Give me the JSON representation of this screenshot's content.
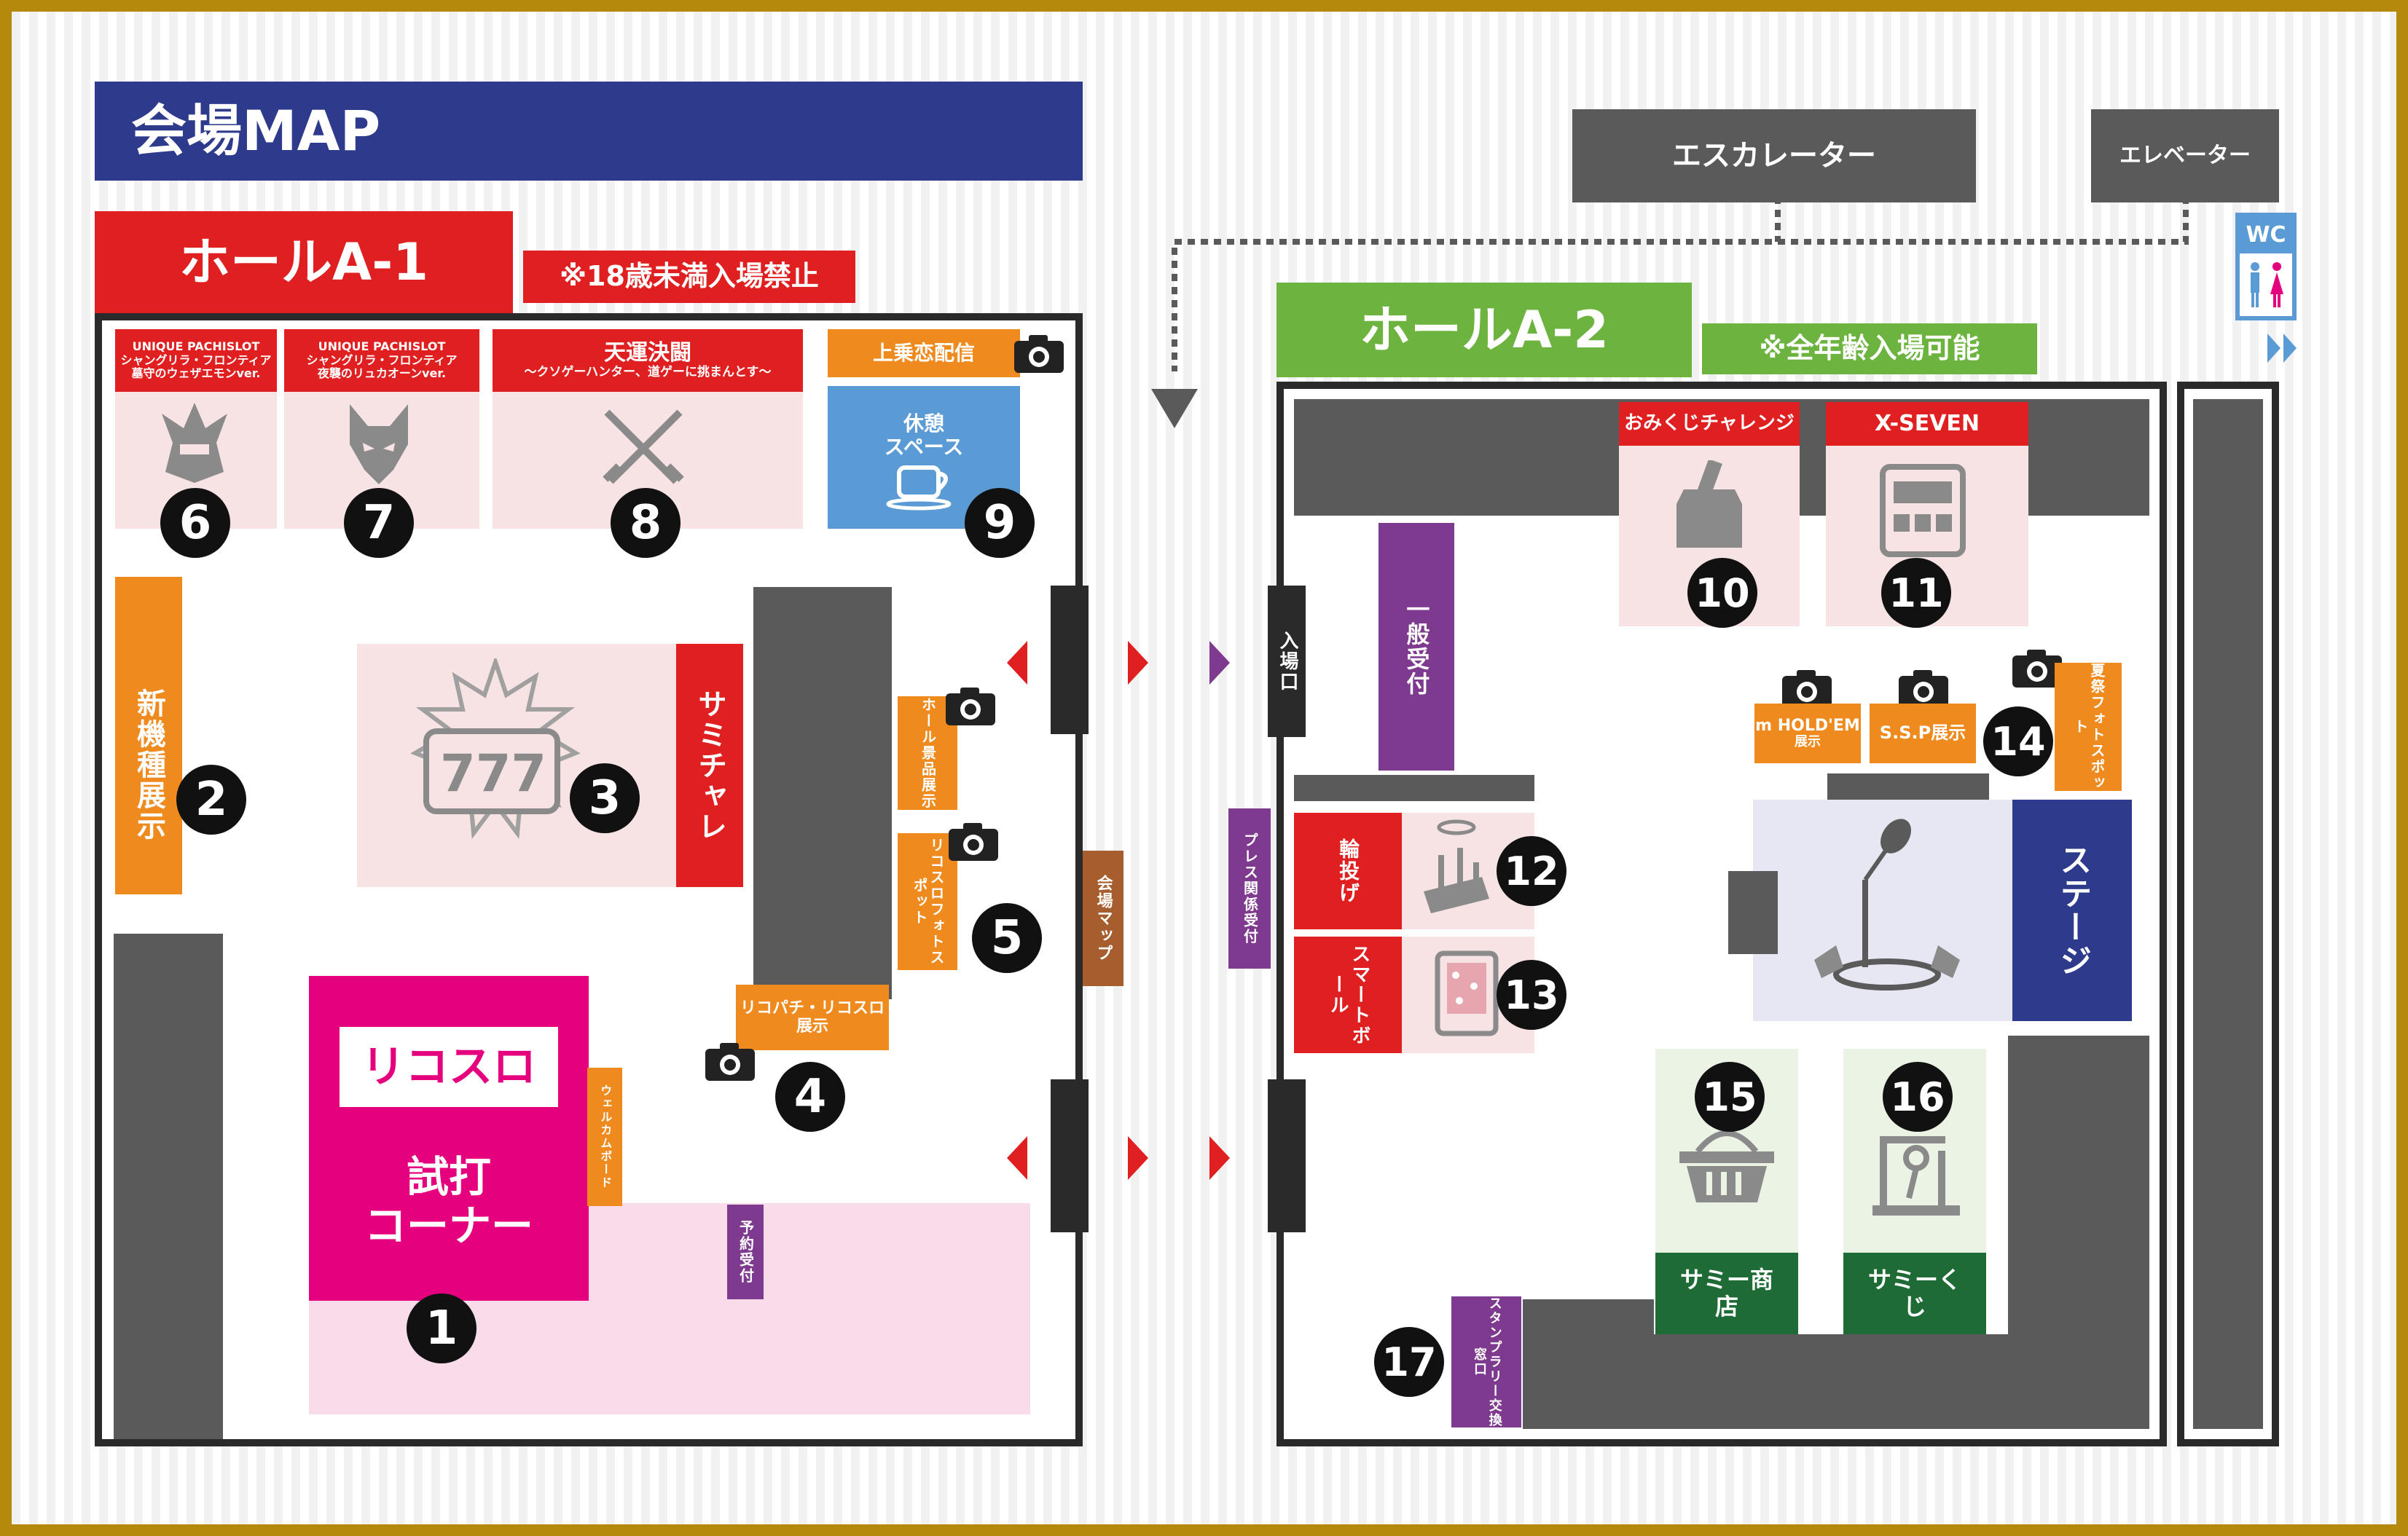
{
  "title": "会場MAP",
  "hall_a1": {
    "name": "ホールA-1",
    "notice": "※18歳未満入場禁止"
  },
  "hall_a2": {
    "name": "ホールA-2",
    "notice": "※全年齢入場可能"
  },
  "facilities": {
    "escalator": "エスカレーター",
    "elevator": "エレベーター",
    "wc": "WC",
    "entrance": "入場口"
  },
  "booths": {
    "b6": {
      "line1": "UNIQUE PACHISLOT",
      "line2": "シャングリラ・フロンティア",
      "line3": "墓守のウェザエモンver.",
      "num": "6"
    },
    "b7": {
      "line1": "UNIQUE PACHISLOT",
      "line2": "シャングリラ・フロンティア",
      "line3": "夜襲のリュカオーンver.",
      "num": "7"
    },
    "b8": {
      "line1": "天運決闘",
      "line2": "～クソゲーハンター、道ゲーに挑まんとす～",
      "num": "8"
    },
    "b9": {
      "header": "上乗恋配信",
      "line1": "休憩",
      "line2": "スペース",
      "num": "9"
    },
    "b2": {
      "label": "新機種展示",
      "num": "2"
    },
    "b3": {
      "label": "サミチャレ",
      "num": "3"
    },
    "b1": {
      "logo": "リコスロ",
      "line1": "試打",
      "line2": "コーナー",
      "num": "1"
    },
    "b4": {
      "line1": "リコパチ・リコスロ",
      "line2": "展示",
      "num": "4"
    },
    "b5": {
      "photo": "リコスロフォトスポット",
      "prize": "ホール景品展示",
      "num": "5"
    },
    "welcome": "ウェルカムボード",
    "reserve": "予約受付",
    "venue_map": "会場マップ",
    "general": "一般受付",
    "press": "プレス関係受付",
    "b10": {
      "label": "おみくじチャレンジ",
      "num": "10"
    },
    "b11": {
      "label": "X-SEVEN",
      "num": "11"
    },
    "b12": {
      "label": "輪投げ",
      "num": "12"
    },
    "b13": {
      "label": "スマートボール",
      "num": "13"
    },
    "b14": {
      "holdem": "m HOLD'EM",
      "holdem2": "展示",
      "ssp": "S.S.P展示",
      "summer": "夏祭フォトスポット",
      "num": "14"
    },
    "stage": "ステージ",
    "b15": {
      "label": "サミー商店",
      "num": "15"
    },
    "b16": {
      "label": "サミーくじ",
      "num": "16"
    },
    "b17": {
      "label": "スタンプラリー交換窓口",
      "num": "17"
    }
  },
  "icons": {
    "camera": "camera-icon",
    "toilet": "toilet-icon",
    "samurai": "samurai-helmet-icon",
    "wolf": "wolf-icon",
    "swords": "crossed-swords-icon",
    "coffee": "coffee-cup-icon",
    "slot": "slot-reel-icon",
    "mic": "microphone-icon",
    "basket": "basket-icon",
    "crane": "crane-icon",
    "omikuji": "omikuji-box-icon",
    "machine": "slot-machine-icon",
    "ring": "ring-toss-icon",
    "pinball": "smart-ball-icon"
  },
  "colors": {
    "navy": "#2E3A8C",
    "red": "#E02020",
    "green": "#6DB33F",
    "orange": "#EF8A1E",
    "purple": "#7E3A8E",
    "magenta": "#E5007E",
    "blue": "#5B9BD5",
    "dark_green": "#1E6B36",
    "brown": "#A65E2E"
  }
}
